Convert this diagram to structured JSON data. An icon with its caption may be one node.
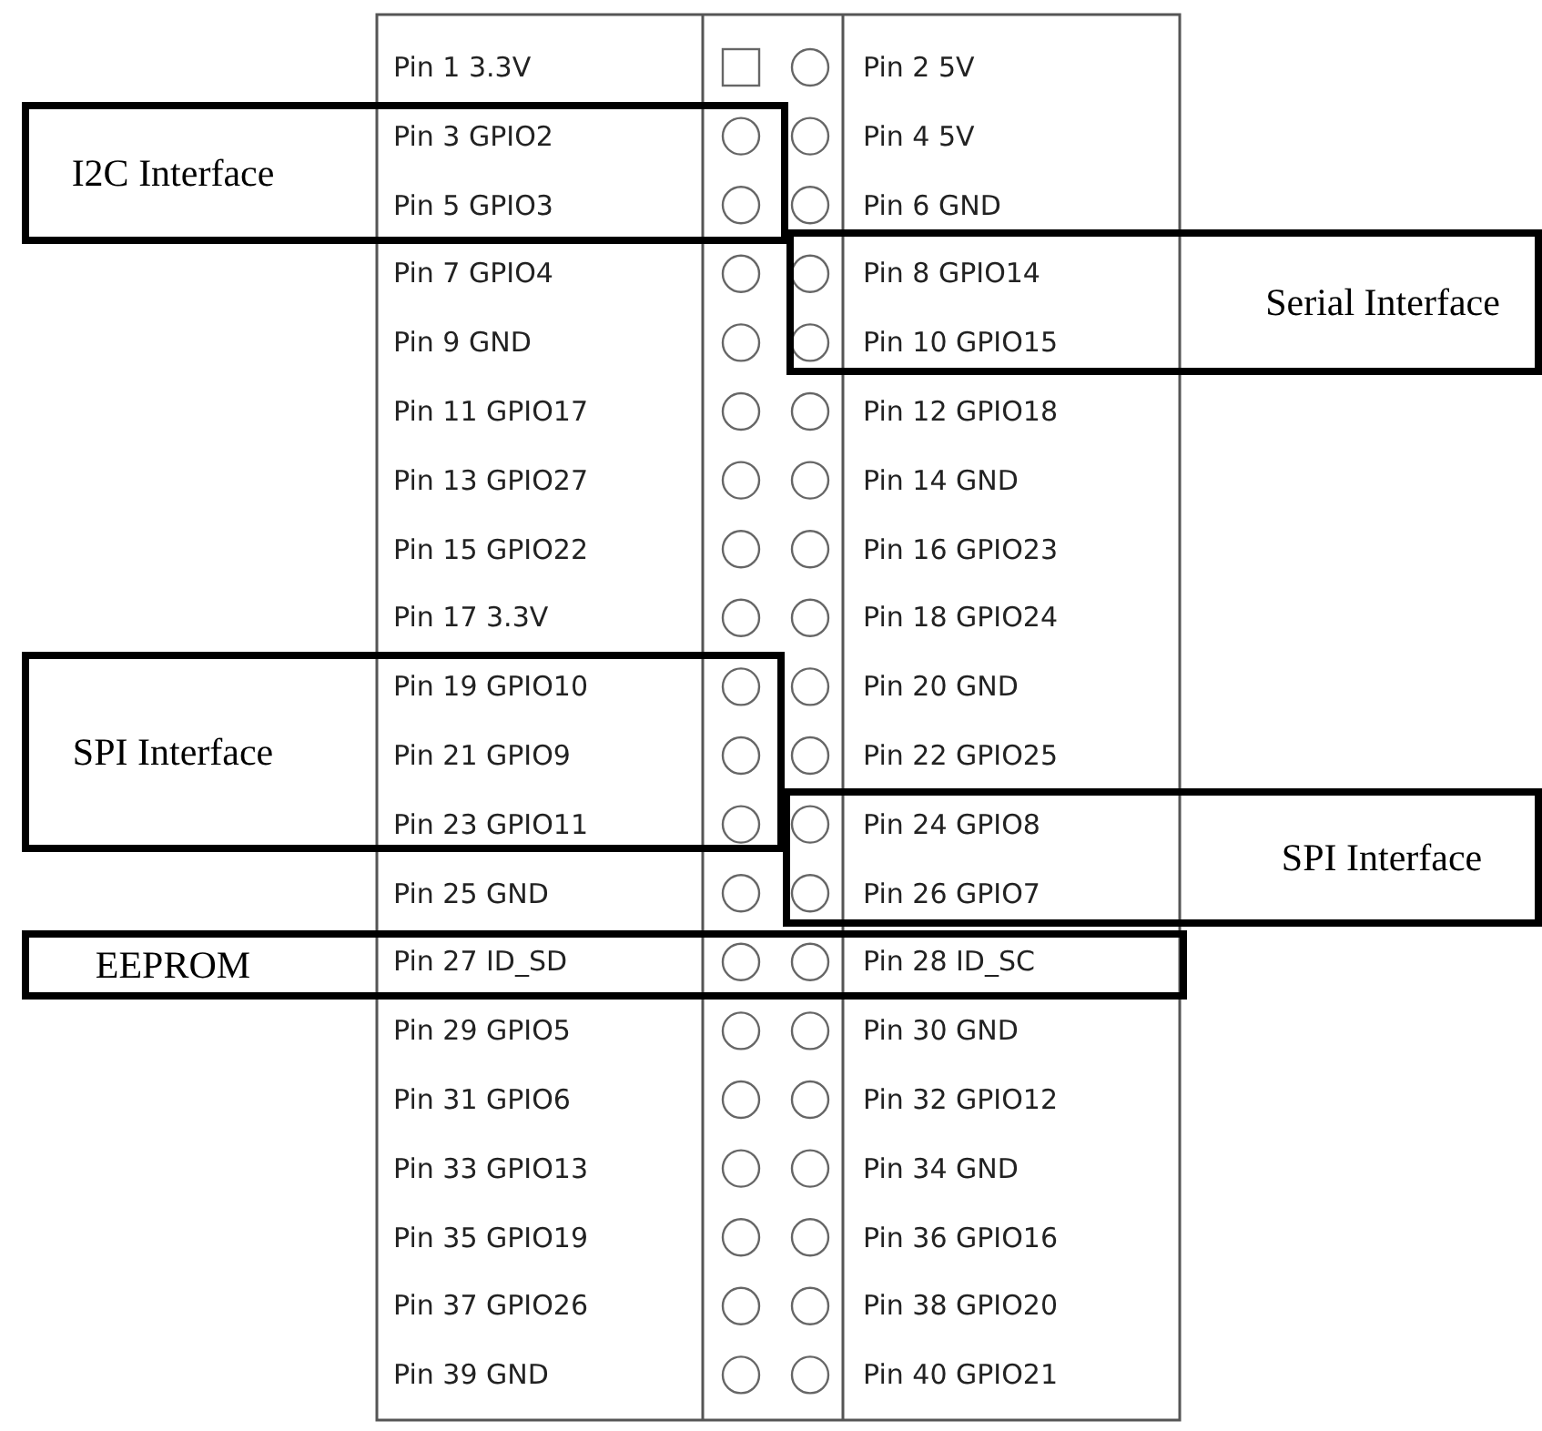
{
  "diagram": {
    "nodes": [
      {
        "text": [
          "I2C Interface"
        ]
      },
      {
        "text": [
          "Serial Interface"
        ]
      },
      {
        "text": [
          "SPI Interface"
        ]
      },
      {
        "text": [
          "SPI Interface"
        ]
      },
      {
        "text": [
          "EEPROM"
        ]
      }
    ],
    "edges": [],
    "labels": [
      "Pin 1 3.3V",
      "Pin 2 5V",
      "Pin 3 GPIO2",
      "Pin 4 5V",
      "Pin 5 GPIO3",
      "Pin 6 GND",
      "Pin 7 GPIO4",
      "Pin 8 GPIO14",
      "Pin 9 GND",
      "Pin 10 GPIO15",
      "Pin 11 GPIO17",
      "Pin 12 GPIO18",
      "Pin 13 GPIO27",
      "Pin 14 GND",
      "Pin 15 GPIO22",
      "Pin 16 GPIO23",
      "Pin 17 3.3V",
      "Pin 18 GPIO24",
      "Pin 19 GPIO10",
      "Pin 20 GND",
      "Pin 21 GPIO9",
      "Pin 22 GPIO25",
      "Pin 23 GPIO11",
      "Pin 24 GPIO8",
      "Pin 25 GND",
      "Pin 26 GPIO7",
      "Pin 27 ID_SD",
      "Pin 28 ID_SC",
      "Pin 29 GPIO5",
      "Pin 30 GND",
      "Pin 31 GPIO6",
      "Pin 32 GPIO12",
      "Pin 33 GPIO13",
      "Pin 34 GND",
      "Pin 35 GPIO19",
      "Pin 36 GPIO16",
      "Pin 37 GPIO26",
      "Pin 38 GPIO20",
      "Pin 39 GND",
      "Pin 40 GPIO21"
    ]
  }
}
